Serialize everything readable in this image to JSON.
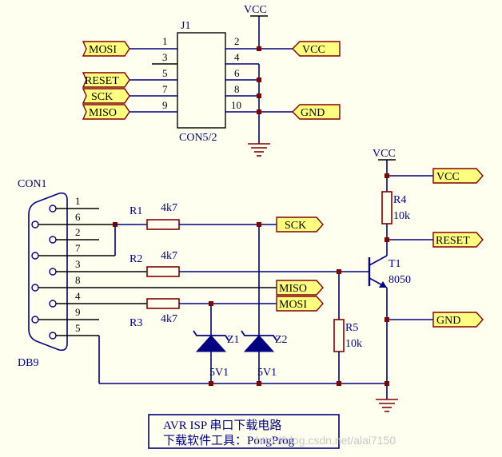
{
  "power": {
    "vcc": "VCC"
  },
  "ports": {
    "mosi": "MOSI",
    "reset": "RESET",
    "sck": "SCK",
    "miso": "MISO",
    "vcc": "VCC",
    "gnd": "GND"
  },
  "j1": {
    "ref": "J1",
    "value": "CON5/2",
    "pins_left": [
      "1",
      "3",
      "5",
      "7",
      "9"
    ],
    "pins_right": [
      "2",
      "4",
      "6",
      "8",
      "10"
    ]
  },
  "con1": {
    "ref": "CON1",
    "name": "DB9",
    "pins": [
      "1",
      "6",
      "2",
      "7",
      "3",
      "8",
      "4",
      "9",
      "5"
    ]
  },
  "resistors": {
    "r1": {
      "ref": "R1",
      "value": "4k7"
    },
    "r2": {
      "ref": "R2",
      "value": "4k7"
    },
    "r3": {
      "ref": "R3",
      "value": "4k7"
    },
    "r4": {
      "ref": "R4",
      "value": "10k"
    },
    "r5": {
      "ref": "R5",
      "value": "10k"
    }
  },
  "diodes": {
    "z1": {
      "ref": "Z1",
      "value": "5V1"
    },
    "z2": {
      "ref": "Z2",
      "value": "5V1"
    }
  },
  "transistor": {
    "ref": "T1",
    "value": "8050"
  },
  "caption": {
    "line1": "AVR ISP 串口下载电路",
    "line2": "下载软件工具：PongProg"
  },
  "watermark": "http://blog.csdn.net/alai7150"
}
